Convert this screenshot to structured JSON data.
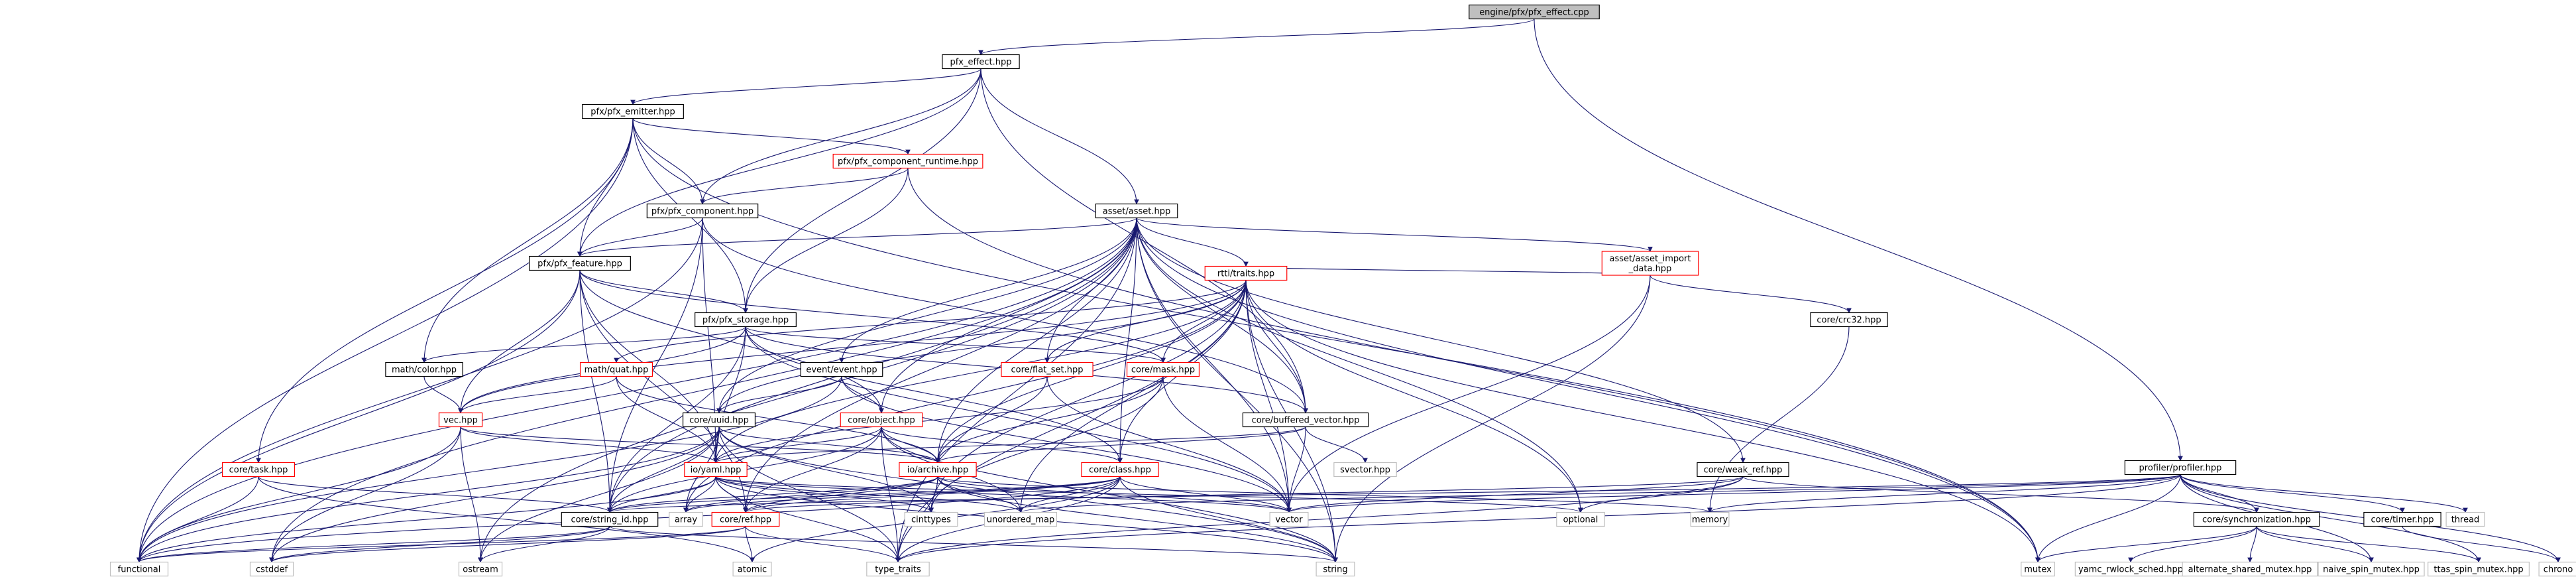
{
  "colors": {
    "edge": "#191970",
    "root_fill": "#bfbfbf",
    "node_stroke": "#000000",
    "truncated_stroke": "#ff0000",
    "text": "#000000"
  },
  "nodes": [
    {
      "id": "root",
      "label": "engine/pfx/pfx_effect.cpp",
      "root": true
    },
    {
      "id": "pfx_effect",
      "label": "pfx_effect.hpp"
    },
    {
      "id": "profiler",
      "label": "profiler/profiler.hpp"
    },
    {
      "id": "pfx_emitter",
      "label": "pfx/pfx_emitter.hpp"
    },
    {
      "id": "pfx_comp_runtime",
      "label": "pfx/pfx_component_runtime.hpp",
      "truncated": true
    },
    {
      "id": "pfx_component",
      "label": "pfx/pfx_component.hpp"
    },
    {
      "id": "asset",
      "label": "asset/asset.hpp"
    },
    {
      "id": "pfx_feature",
      "label": "pfx/pfx_feature.hpp"
    },
    {
      "id": "asset_import",
      "label": "asset/asset_import\n_data.hpp",
      "truncated": true
    },
    {
      "id": "rtti_traits",
      "label": "rtti/traits.hpp",
      "truncated": true
    },
    {
      "id": "pfx_storage",
      "label": "pfx/pfx_storage.hpp"
    },
    {
      "id": "core_crc32",
      "label": "core/crc32.hpp"
    },
    {
      "id": "math_color",
      "label": "math/color.hpp"
    },
    {
      "id": "event_event",
      "label": "event/event.hpp"
    },
    {
      "id": "math_quat",
      "label": "math/quat.hpp",
      "truncated": true
    },
    {
      "id": "core_flat_set",
      "label": "core/flat_set.hpp",
      "truncated": true
    },
    {
      "id": "core_mask",
      "label": "core/mask.hpp",
      "truncated": true
    },
    {
      "id": "vec",
      "label": "vec.hpp",
      "truncated": true
    },
    {
      "id": "core_uuid",
      "label": "core/uuid.hpp"
    },
    {
      "id": "core_object",
      "label": "core/object.hpp",
      "truncated": true
    },
    {
      "id": "core_buffered_vector",
      "label": "core/buffered_vector.hpp"
    },
    {
      "id": "svector",
      "label": "svector.hpp",
      "plain": true
    },
    {
      "id": "core_task",
      "label": "core/task.hpp",
      "truncated": true
    },
    {
      "id": "io_yaml",
      "label": "io/yaml.hpp",
      "truncated": true
    },
    {
      "id": "io_archive",
      "label": "io/archive.hpp",
      "truncated": true
    },
    {
      "id": "core_class",
      "label": "core/class.hpp",
      "truncated": true
    },
    {
      "id": "core_weak_ref",
      "label": "core/weak_ref.hpp"
    },
    {
      "id": "array",
      "label": "array",
      "plain": true
    },
    {
      "id": "core_string_id",
      "label": "core/string_id.hpp"
    },
    {
      "id": "core_ref",
      "label": "core/ref.hpp",
      "truncated": true
    },
    {
      "id": "cinttypes",
      "label": "cinttypes",
      "plain": true
    },
    {
      "id": "unordered_map",
      "label": "unordered_map",
      "plain": true
    },
    {
      "id": "vector",
      "label": "vector",
      "plain": true
    },
    {
      "id": "optional",
      "label": "optional",
      "plain": true
    },
    {
      "id": "memory",
      "label": "memory",
      "plain": true
    },
    {
      "id": "core_sync",
      "label": "core/synchronization.hpp"
    },
    {
      "id": "core_timer",
      "label": "core/timer.hpp"
    },
    {
      "id": "thread",
      "label": "thread",
      "plain": true
    },
    {
      "id": "functional",
      "label": "functional",
      "plain": true
    },
    {
      "id": "cstddef",
      "label": "cstddef",
      "plain": true
    },
    {
      "id": "ostream",
      "label": "ostream",
      "plain": true
    },
    {
      "id": "atomic",
      "label": "atomic",
      "plain": true
    },
    {
      "id": "type_traits",
      "label": "type_traits",
      "plain": true
    },
    {
      "id": "string",
      "label": "string",
      "plain": true
    },
    {
      "id": "mutex",
      "label": "mutex",
      "plain": true
    },
    {
      "id": "yamc",
      "label": "yamc_rwlock_sched.hpp",
      "plain": true
    },
    {
      "id": "alt_mutex",
      "label": "alternate_shared_mutex.hpp",
      "plain": true
    },
    {
      "id": "naive_mutex",
      "label": "naive_spin_mutex.hpp",
      "plain": true
    },
    {
      "id": "ttas_mutex",
      "label": "ttas_spin_mutex.hpp",
      "plain": true
    },
    {
      "id": "chrono",
      "label": "chrono",
      "plain": true
    }
  ],
  "edges": [
    [
      "root",
      "pfx_effect"
    ],
    [
      "root",
      "profiler"
    ],
    [
      "pfx_effect",
      "pfx_emitter"
    ],
    [
      "pfx_effect",
      "pfx_component"
    ],
    [
      "pfx_effect",
      "asset"
    ],
    [
      "pfx_effect",
      "pfx_feature"
    ],
    [
      "pfx_effect",
      "pfx_storage"
    ],
    [
      "pfx_effect",
      "core_buffered_vector"
    ],
    [
      "pfx_emitter",
      "pfx_comp_runtime"
    ],
    [
      "pfx_emitter",
      "pfx_component"
    ],
    [
      "pfx_emitter",
      "pfx_feature"
    ],
    [
      "pfx_emitter",
      "pfx_storage"
    ],
    [
      "pfx_emitter",
      "math_color"
    ],
    [
      "pfx_emitter",
      "core_task"
    ],
    [
      "pfx_emitter",
      "functional"
    ],
    [
      "pfx_emitter",
      "mutex"
    ],
    [
      "pfx_comp_runtime",
      "pfx_component"
    ],
    [
      "pfx_comp_runtime",
      "pfx_storage"
    ],
    [
      "pfx_comp_runtime",
      "mutex"
    ],
    [
      "pfx_component",
      "pfx_feature"
    ],
    [
      "pfx_component",
      "core_buffered_vector"
    ],
    [
      "pfx_component",
      "core_string_id"
    ],
    [
      "pfx_component",
      "io_yaml"
    ],
    [
      "pfx_component",
      "functional"
    ],
    [
      "asset",
      "asset_import"
    ],
    [
      "asset",
      "rtti_traits"
    ],
    [
      "asset",
      "pfx_feature"
    ],
    [
      "asset",
      "event_event"
    ],
    [
      "asset",
      "core_flat_set"
    ],
    [
      "asset",
      "core_object"
    ],
    [
      "asset",
      "core_buffered_vector"
    ],
    [
      "asset",
      "core_class"
    ],
    [
      "asset",
      "core_weak_ref"
    ],
    [
      "asset",
      "core_string_id"
    ],
    [
      "asset",
      "core_ref"
    ],
    [
      "asset",
      "vector"
    ],
    [
      "asset",
      "optional"
    ],
    [
      "asset",
      "string"
    ],
    [
      "asset",
      "mutex"
    ],
    [
      "asset",
      "ostream"
    ],
    [
      "asset",
      "cstddef"
    ],
    [
      "asset",
      "functional"
    ],
    [
      "asset",
      "type_traits"
    ],
    [
      "asset",
      "core_uuid"
    ],
    [
      "asset",
      "io_archive"
    ],
    [
      "pfx_feature",
      "pfx_storage"
    ],
    [
      "pfx_feature",
      "vec"
    ],
    [
      "pfx_feature",
      "io_yaml"
    ],
    [
      "pfx_feature",
      "core_string_id"
    ],
    [
      "pfx_feature",
      "core_ref"
    ],
    [
      "pfx_feature",
      "core_object"
    ],
    [
      "pfx_feature",
      "core_mask"
    ],
    [
      "pfx_feature",
      "functional"
    ],
    [
      "asset_import",
      "rtti_traits"
    ],
    [
      "asset_import",
      "core_crc32"
    ],
    [
      "asset_import",
      "vector"
    ],
    [
      "asset_import",
      "string"
    ],
    [
      "rtti_traits",
      "math_quat"
    ],
    [
      "rtti_traits",
      "core_flat_set"
    ],
    [
      "rtti_traits",
      "core_mask"
    ],
    [
      "rtti_traits",
      "core_buffered_vector"
    ],
    [
      "rtti_traits",
      "io_yaml"
    ],
    [
      "rtti_traits",
      "io_archive"
    ],
    [
      "rtti_traits",
      "core_class"
    ],
    [
      "rtti_traits",
      "vector"
    ],
    [
      "rtti_traits",
      "optional"
    ],
    [
      "rtti_traits",
      "string"
    ],
    [
      "rtti_traits",
      "array"
    ],
    [
      "rtti_traits",
      "unordered_map"
    ],
    [
      "rtti_traits",
      "cinttypes"
    ],
    [
      "rtti_traits",
      "type_traits"
    ],
    [
      "rtti_traits",
      "mutex"
    ],
    [
      "rtti_traits",
      "vec"
    ],
    [
      "rtti_traits",
      "core_uuid"
    ],
    [
      "pfx_storage",
      "math_color"
    ],
    [
      "pfx_storage",
      "vec"
    ],
    [
      "pfx_storage",
      "core_buffered_vector"
    ],
    [
      "pfx_storage",
      "io_yaml"
    ],
    [
      "pfx_storage",
      "core_string_id"
    ],
    [
      "pfx_storage",
      "vector"
    ],
    [
      "pfx_storage",
      "core_mask"
    ],
    [
      "pfx_storage",
      "core_class"
    ],
    [
      "core_crc32",
      "memory"
    ],
    [
      "math_color",
      "vec"
    ],
    [
      "event_event",
      "core_uuid"
    ],
    [
      "event_event",
      "core_object"
    ],
    [
      "event_event",
      "vector"
    ],
    [
      "event_event",
      "functional"
    ],
    [
      "math_quat",
      "vec"
    ],
    [
      "math_quat",
      "io_yaml"
    ],
    [
      "math_quat",
      "io_archive"
    ],
    [
      "core_flat_set",
      "io_archive"
    ],
    [
      "core_flat_set",
      "vector"
    ],
    [
      "core_mask",
      "io_yaml"
    ],
    [
      "core_mask",
      "io_archive"
    ],
    [
      "core_mask",
      "vector"
    ],
    [
      "core_mask",
      "cinttypes"
    ],
    [
      "vec",
      "io_yaml"
    ],
    [
      "vec",
      "io_archive"
    ],
    [
      "vec",
      "ostream"
    ],
    [
      "vec",
      "cstddef"
    ],
    [
      "vec",
      "functional"
    ],
    [
      "core_uuid",
      "io_yaml"
    ],
    [
      "core_uuid",
      "io_archive"
    ],
    [
      "core_uuid",
      "core_string_id"
    ],
    [
      "core_uuid",
      "array"
    ],
    [
      "core_uuid",
      "cinttypes"
    ],
    [
      "core_uuid",
      "ostream"
    ],
    [
      "core_uuid",
      "functional"
    ],
    [
      "core_uuid",
      "cstddef"
    ],
    [
      "core_uuid",
      "string"
    ],
    [
      "core_uuid",
      "type_traits"
    ],
    [
      "core_object",
      "io_yaml"
    ],
    [
      "core_object",
      "io_archive"
    ],
    [
      "core_object",
      "core_class"
    ],
    [
      "core_object",
      "core_ref"
    ],
    [
      "core_object",
      "core_string_id"
    ],
    [
      "core_object",
      "unordered_map"
    ],
    [
      "core_object",
      "string"
    ],
    [
      "core_object",
      "type_traits"
    ],
    [
      "core_buffered_vector",
      "svector"
    ],
    [
      "core_buffered_vector",
      "vector"
    ],
    [
      "core_buffered_vector",
      "io_yaml"
    ],
    [
      "core_buffered_vector",
      "io_archive"
    ],
    [
      "core_task",
      "core_string_id"
    ],
    [
      "core_task",
      "functional"
    ],
    [
      "core_task",
      "atomic"
    ],
    [
      "io_yaml",
      "core_string_id"
    ],
    [
      "io_yaml",
      "core_ref"
    ],
    [
      "io_yaml",
      "array"
    ],
    [
      "io_yaml",
      "cinttypes"
    ],
    [
      "io_yaml",
      "unordered_map"
    ],
    [
      "io_yaml",
      "vector"
    ],
    [
      "io_yaml",
      "optional"
    ],
    [
      "io_yaml",
      "functional"
    ],
    [
      "io_yaml",
      "type_traits"
    ],
    [
      "io_yaml",
      "string"
    ],
    [
      "io_archive",
      "core_string_id"
    ],
    [
      "io_archive",
      "core_ref"
    ],
    [
      "io_archive",
      "array"
    ],
    [
      "io_archive",
      "cinttypes"
    ],
    [
      "io_archive",
      "unordered_map"
    ],
    [
      "io_archive",
      "vector"
    ],
    [
      "io_archive",
      "memory"
    ],
    [
      "io_archive",
      "type_traits"
    ],
    [
      "io_archive",
      "string"
    ],
    [
      "core_class",
      "core_string_id"
    ],
    [
      "core_class",
      "core_ref"
    ],
    [
      "core_class",
      "array"
    ],
    [
      "core_class",
      "unordered_map"
    ],
    [
      "core_class",
      "vector"
    ],
    [
      "core_class",
      "atomic"
    ],
    [
      "core_class",
      "type_traits"
    ],
    [
      "core_class",
      "string"
    ],
    [
      "core_class",
      "functional"
    ],
    [
      "core_weak_ref",
      "core_ref"
    ],
    [
      "core_weak_ref",
      "vector"
    ],
    [
      "core_weak_ref",
      "optional"
    ],
    [
      "core_weak_ref",
      "core_sync"
    ],
    [
      "core_weak_ref",
      "type_traits"
    ],
    [
      "core_string_id",
      "functional"
    ],
    [
      "core_string_id",
      "cstddef"
    ],
    [
      "core_string_id",
      "ostream"
    ],
    [
      "core_string_id",
      "string"
    ],
    [
      "core_ref",
      "atomic"
    ],
    [
      "core_ref",
      "type_traits"
    ],
    [
      "core_ref",
      "functional"
    ],
    [
      "core_ref",
      "cstddef"
    ],
    [
      "profiler",
      "core_sync"
    ],
    [
      "profiler",
      "core_timer"
    ],
    [
      "profiler",
      "thread"
    ],
    [
      "profiler",
      "memory"
    ],
    [
      "profiler",
      "mutex"
    ],
    [
      "profiler",
      "type_traits"
    ],
    [
      "profiler",
      "chrono"
    ],
    [
      "profiler",
      "vector"
    ],
    [
      "profiler",
      "unordered_map"
    ],
    [
      "profiler",
      "core_string_id"
    ],
    [
      "profiler",
      "naive_mutex"
    ],
    [
      "profiler",
      "ttas_mutex"
    ],
    [
      "core_sync",
      "mutex"
    ],
    [
      "core_sync",
      "yamc"
    ],
    [
      "core_sync",
      "alt_mutex"
    ],
    [
      "core_sync",
      "naive_mutex"
    ],
    [
      "core_sync",
      "ttas_mutex"
    ],
    [
      "core_timer",
      "chrono"
    ]
  ]
}
